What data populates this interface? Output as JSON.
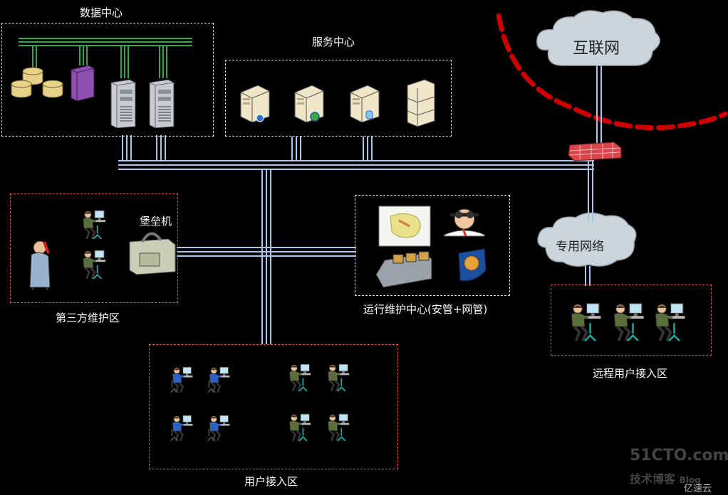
{
  "diagram": {
    "zones": {
      "data_center": "数据中心",
      "service_center": "服务中心",
      "third_party": "第三方维护区",
      "ops_center": "运行维护中心(安管+网管)",
      "user_access": "用户接入区",
      "remote_access": "远程用户接入区"
    },
    "nodes": {
      "internet": "互联网",
      "private_network": "专用网络",
      "bastion_host": "堡垒机"
    }
  },
  "watermark": {
    "brand": "51CTO.com",
    "sub": "技术博客",
    "blog": "Blog",
    "yisu": "亿速云"
  },
  "colors": {
    "background": "#000000",
    "bus": "#a9c7ea",
    "red_line": "#cc0000",
    "green_bus": "#2fa84a"
  }
}
